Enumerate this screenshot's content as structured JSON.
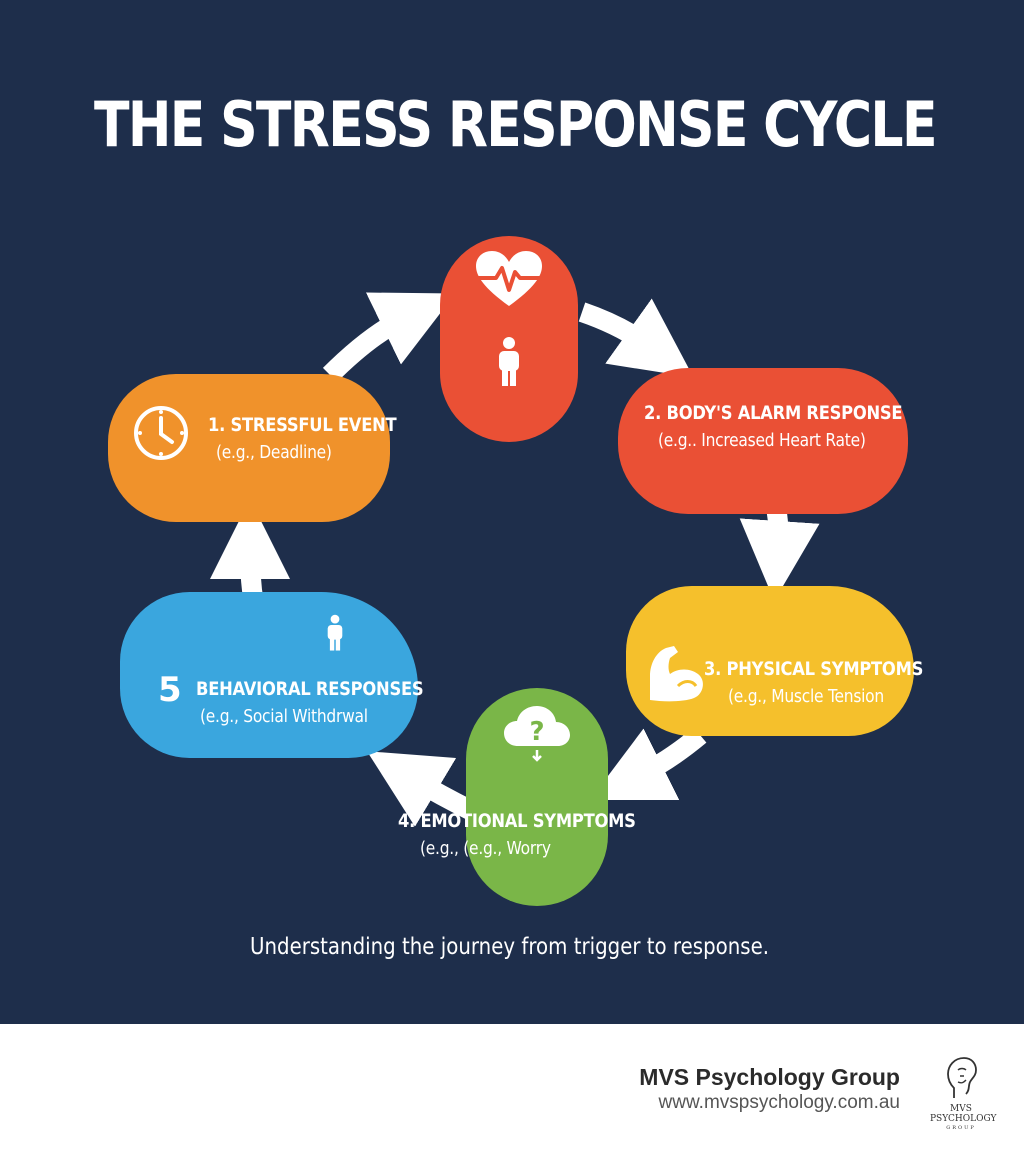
{
  "title": "THE STRESS RESPONSE CYCLE",
  "tagline": "Understanding the journey from trigger to response.",
  "colors": {
    "background": "#1e2e4b",
    "orange": "#f0922b",
    "red": "#ea5035",
    "yellow": "#f5c02c",
    "green": "#7ab648",
    "blue": "#3aa6de",
    "arrow": "#ffffff"
  },
  "nodes": {
    "alarm_top": {
      "icons": [
        "heart-pulse-icon",
        "person-icon"
      ]
    },
    "stressful_event": {
      "title": "1. STRESSFUL EVENT",
      "subtitle": "(e.g., Deadline)",
      "icon": "clock-icon"
    },
    "alarm_response": {
      "title": "2. BODY'S ALARM RESPONSE",
      "subtitle": "(e.g.. Increased Heart Rate)"
    },
    "physical_symptoms": {
      "title": "3. PHYSICAL SYMPTOMS",
      "subtitle": "(e.g., Muscle Tension",
      "icon": "flexed-arm-icon"
    },
    "emotional_symptoms": {
      "title": "4. EMOTIONAL SYMPTOMS",
      "subtitle": "(e.g., (e.g., Worry",
      "icon": "question-cloud-icon"
    },
    "behavioral_responses": {
      "number": "5",
      "title": "BEHAVIORAL RESPONSES",
      "subtitle": "(e.g., Social Withdrwal",
      "icon": "person-icon"
    }
  },
  "footer": {
    "brand_name": "MVS Psychology Group",
    "url": "www.mvspsychology.com.au",
    "logo_text_1": "MVS",
    "logo_text_2": "PSYCHOLOGY",
    "logo_text_3": "GROUP"
  }
}
